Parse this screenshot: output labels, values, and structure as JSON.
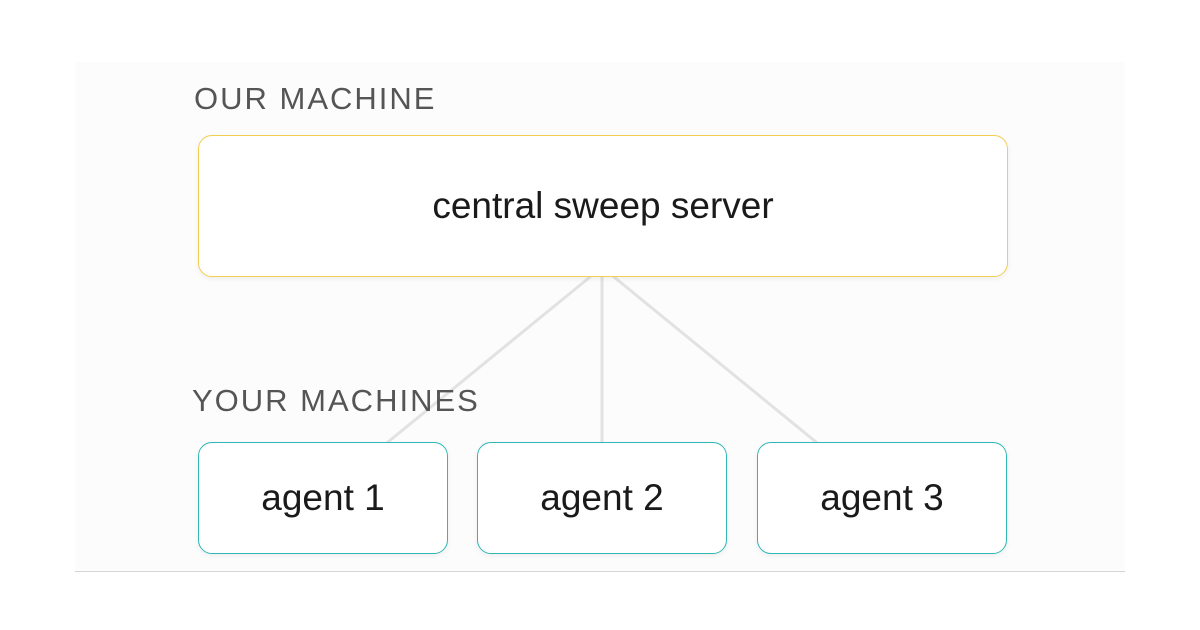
{
  "sections": {
    "our_machine_label": "OUR MACHINE",
    "your_machines_label": "YOUR MACHINES"
  },
  "server": {
    "label": "central sweep server"
  },
  "agents": [
    {
      "label": "agent 1"
    },
    {
      "label": "agent 2"
    },
    {
      "label": "agent 3"
    }
  ],
  "colors": {
    "server_border": "#f2cf4f",
    "agent_border": "#2fb7b4",
    "connector": "#e2e2e2",
    "label_text": "#555555"
  }
}
